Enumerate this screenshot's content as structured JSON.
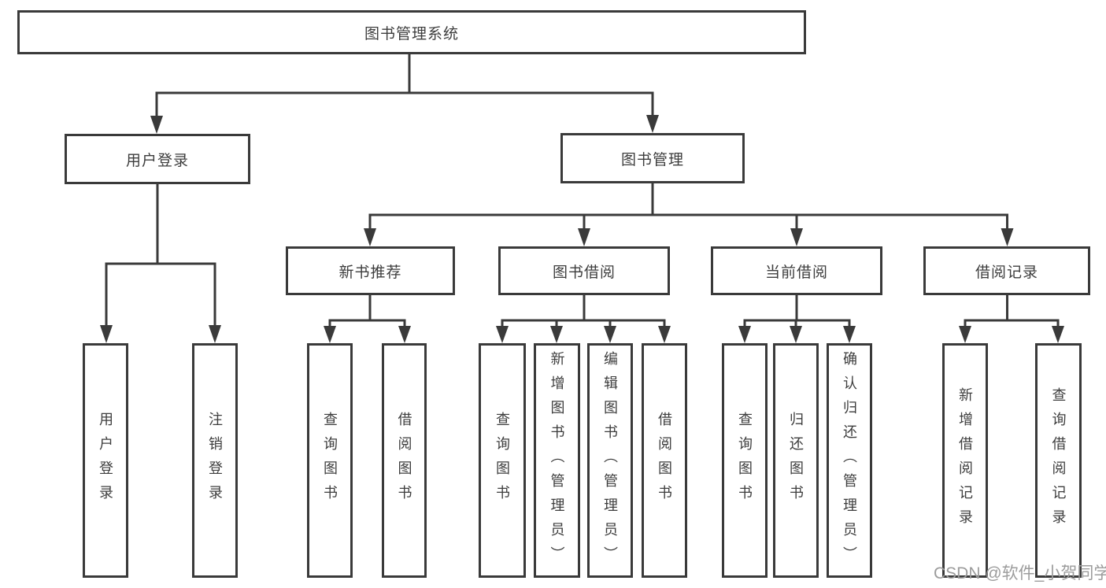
{
  "diagram_title": "图书管理系统",
  "tree": {
    "root": {
      "label": "图书管理系统",
      "children": [
        {
          "label": "用户登录",
          "children": [
            {
              "label": "用户登录"
            },
            {
              "label": "注销登录"
            }
          ]
        },
        {
          "label": "图书管理",
          "children": [
            {
              "label": "新书推荐",
              "children": [
                {
                  "label": "查询图书"
                },
                {
                  "label": "借阅图书"
                }
              ]
            },
            {
              "label": "图书借阅",
              "children": [
                {
                  "label": "查询图书"
                },
                {
                  "label": "新增图书（管理员）"
                },
                {
                  "label": "编辑图书（管理员）"
                },
                {
                  "label": "借阅图书"
                }
              ]
            },
            {
              "label": "当前借阅",
              "children": [
                {
                  "label": "查询图书"
                },
                {
                  "label": "归还图书"
                },
                {
                  "label": "确认归还（管理员）"
                }
              ]
            },
            {
              "label": "借阅记录",
              "children": [
                {
                  "label": "新增借阅记录"
                },
                {
                  "label": "查询借阅记录"
                }
              ]
            }
          ]
        }
      ]
    }
  },
  "watermark": {
    "text": "CSDN @软件_小贺同学"
  },
  "colors": {
    "background": "#ffffff",
    "box_border": "#3a3a3a",
    "connector_line": "#3a3a3a",
    "text": "#3d3d3d",
    "watermark_text": "#9c9c9c"
  }
}
